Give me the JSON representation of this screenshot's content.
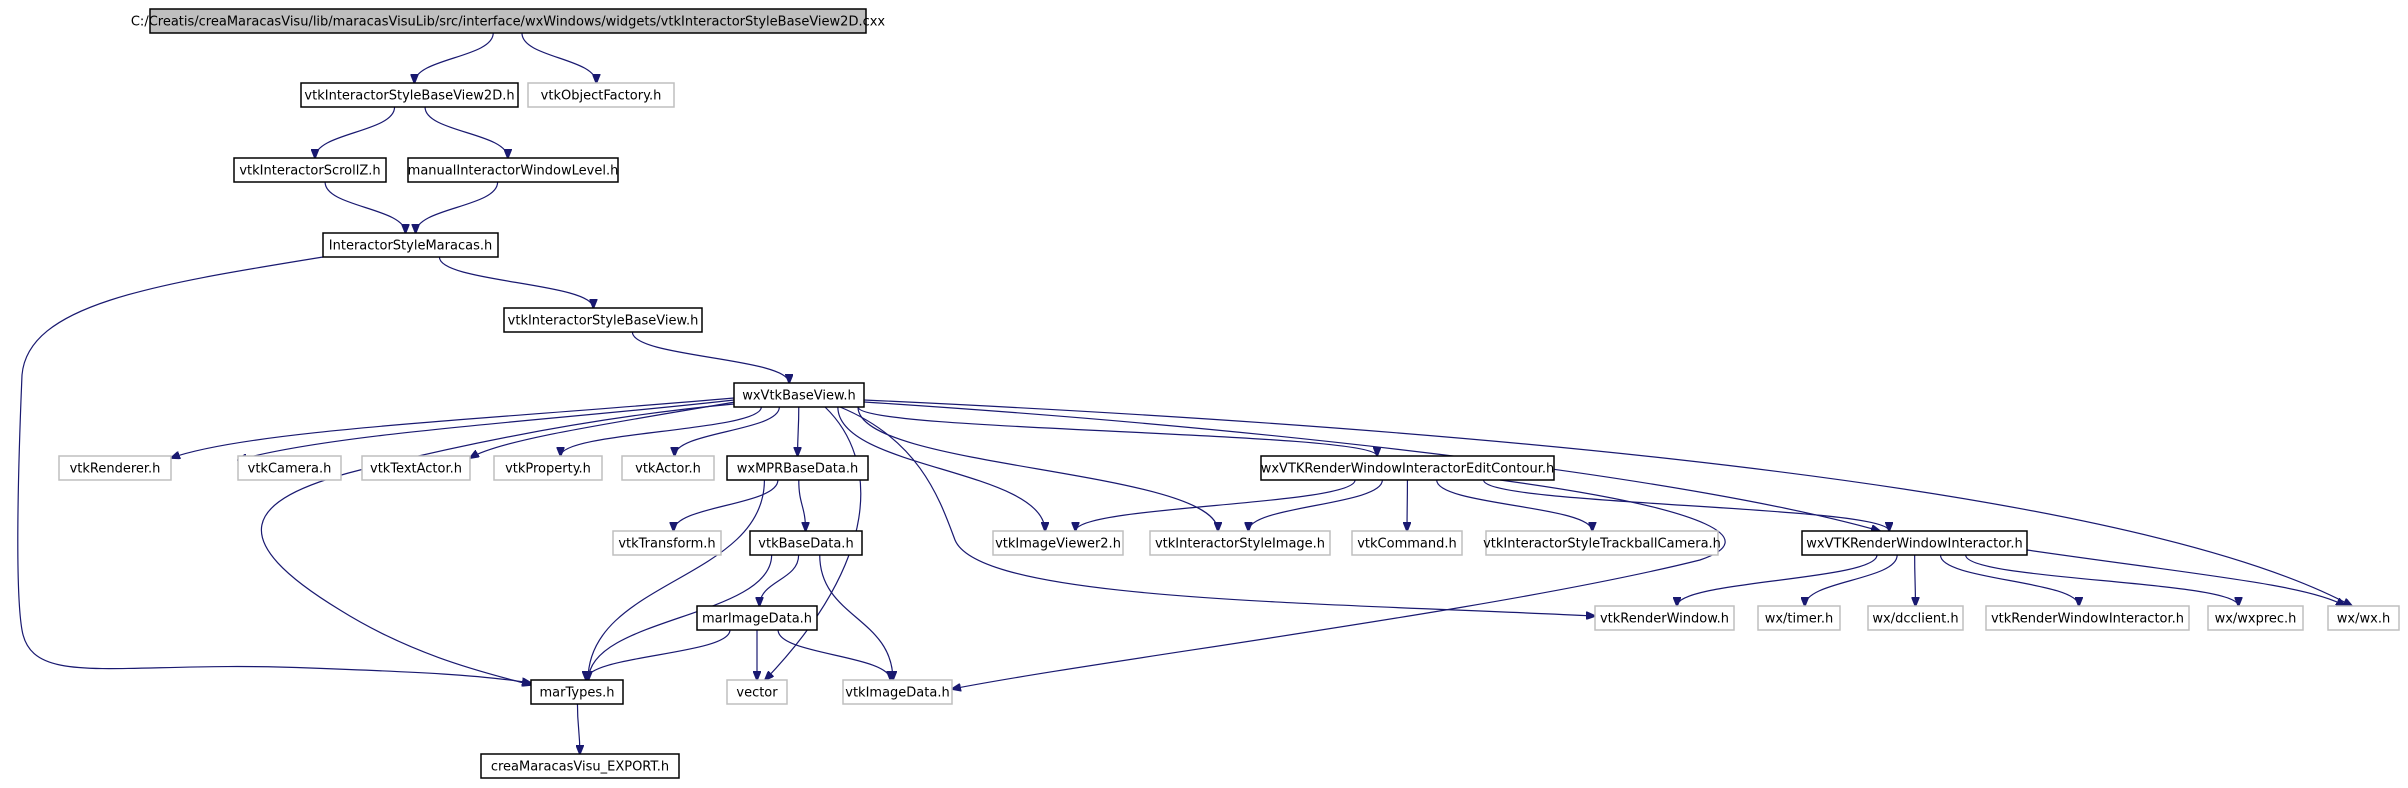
{
  "graph": {
    "title": "C:/Creatis/creaMaracasVisu/lib/maracasVisuLib/src/interface/wxWindows/widgets/vtkInteractorStyleBaseView2D.cxx",
    "colors": {
      "root_fill": "#bfbfbf",
      "node_border": "#000000",
      "external_border": "#bfbfbf",
      "edge": "#191970",
      "text": "#000000"
    },
    "nodes": [
      {
        "id": "root",
        "label": "C:/Creatis/creaMaracasVisu/lib/maracasVisuLib/src/interface/wxWindows/widgets/vtkInteractorStyleBaseView2D.cxx",
        "kind": "root"
      },
      {
        "id": "n_base2d",
        "label": "vtkInteractorStyleBaseView2D.h",
        "kind": "internal"
      },
      {
        "id": "n_objfactory",
        "label": "vtkObjectFactory.h",
        "kind": "external"
      },
      {
        "id": "n_scrollz",
        "label": "vtkInteractorScrollZ.h",
        "kind": "internal"
      },
      {
        "id": "n_manualwl",
        "label": "manualInteractorWindowLevel.h",
        "kind": "internal"
      },
      {
        "id": "n_maracas",
        "label": "InteractorStyleMaracas.h",
        "kind": "internal"
      },
      {
        "id": "n_baseview",
        "label": "vtkInteractorStyleBaseView.h",
        "kind": "internal"
      },
      {
        "id": "n_wxvtkbase",
        "label": "wxVtkBaseView.h",
        "kind": "internal"
      },
      {
        "id": "n_renderer",
        "label": "vtkRenderer.h",
        "kind": "external"
      },
      {
        "id": "n_camera",
        "label": "vtkCamera.h",
        "kind": "external"
      },
      {
        "id": "n_textactor",
        "label": "vtkTextActor.h",
        "kind": "external"
      },
      {
        "id": "n_property",
        "label": "vtkProperty.h",
        "kind": "external"
      },
      {
        "id": "n_actor",
        "label": "vtkActor.h",
        "kind": "external"
      },
      {
        "id": "n_wxmpr",
        "label": "wxMPRBaseData.h",
        "kind": "internal"
      },
      {
        "id": "n_editcontour",
        "label": "wxVTKRenderWindowInteractorEditContour.h",
        "kind": "internal"
      },
      {
        "id": "n_transform",
        "label": "vtkTransform.h",
        "kind": "external"
      },
      {
        "id": "n_vtkbasedata",
        "label": "vtkBaseData.h",
        "kind": "internal"
      },
      {
        "id": "n_imageviewer2",
        "label": "vtkImageViewer2.h",
        "kind": "external"
      },
      {
        "id": "n_styleimage",
        "label": "vtkInteractorStyleImage.h",
        "kind": "external"
      },
      {
        "id": "n_command",
        "label": "vtkCommand.h",
        "kind": "external"
      },
      {
        "id": "n_trackball",
        "label": "vtkInteractorStyleTrackballCamera.h",
        "kind": "external"
      },
      {
        "id": "n_wxrwi",
        "label": "wxVTKRenderWindowInteractor.h",
        "kind": "internal"
      },
      {
        "id": "n_marimage",
        "label": "marImageData.h",
        "kind": "internal"
      },
      {
        "id": "n_renderwindow",
        "label": "vtkRenderWindow.h",
        "kind": "external"
      },
      {
        "id": "n_timer",
        "label": "wx/timer.h",
        "kind": "external"
      },
      {
        "id": "n_dcclient",
        "label": "wx/dcclient.h",
        "kind": "external"
      },
      {
        "id": "n_rwi",
        "label": "vtkRenderWindowInteractor.h",
        "kind": "external"
      },
      {
        "id": "n_wxprec",
        "label": "wx/wxprec.h",
        "kind": "external"
      },
      {
        "id": "n_wxh",
        "label": "wx/wx.h",
        "kind": "external"
      },
      {
        "id": "n_martypes",
        "label": "marTypes.h",
        "kind": "internal"
      },
      {
        "id": "n_vector",
        "label": "vector",
        "kind": "external"
      },
      {
        "id": "n_imagedata",
        "label": "vtkImageData.h",
        "kind": "external"
      },
      {
        "id": "n_export",
        "label": "creaMaracasVisu_EXPORT.h",
        "kind": "internal"
      }
    ],
    "edges": [
      [
        "root",
        "n_base2d"
      ],
      [
        "root",
        "n_objfactory"
      ],
      [
        "n_base2d",
        "n_scrollz"
      ],
      [
        "n_base2d",
        "n_manualwl"
      ],
      [
        "n_scrollz",
        "n_maracas"
      ],
      [
        "n_manualwl",
        "n_maracas"
      ],
      [
        "n_maracas",
        "n_baseview"
      ],
      [
        "n_maracas",
        "n_martypes"
      ],
      [
        "n_baseview",
        "n_wxvtkbase"
      ],
      [
        "n_wxvtkbase",
        "n_renderer"
      ],
      [
        "n_wxvtkbase",
        "n_camera"
      ],
      [
        "n_wxvtkbase",
        "n_textactor"
      ],
      [
        "n_wxvtkbase",
        "n_property"
      ],
      [
        "n_wxvtkbase",
        "n_actor"
      ],
      [
        "n_wxvtkbase",
        "n_wxmpr"
      ],
      [
        "n_wxvtkbase",
        "n_editcontour"
      ],
      [
        "n_wxvtkbase",
        "n_imageviewer2"
      ],
      [
        "n_wxvtkbase",
        "n_styleimage"
      ],
      [
        "n_wxvtkbase",
        "n_wxrwi"
      ],
      [
        "n_wxvtkbase",
        "n_wxh"
      ],
      [
        "n_wxvtkbase",
        "n_martypes"
      ],
      [
        "n_wxvtkbase",
        "n_vector"
      ],
      [
        "n_wxvtkbase",
        "n_renderwindow"
      ],
      [
        "n_wxmpr",
        "n_transform"
      ],
      [
        "n_wxmpr",
        "n_vtkbasedata"
      ],
      [
        "n_wxmpr",
        "n_martypes"
      ],
      [
        "n_vtkbasedata",
        "n_marimage"
      ],
      [
        "n_vtkbasedata",
        "n_martypes"
      ],
      [
        "n_vtkbasedata",
        "n_imagedata"
      ],
      [
        "n_marimage",
        "n_martypes"
      ],
      [
        "n_marimage",
        "n_vector"
      ],
      [
        "n_marimage",
        "n_imagedata"
      ],
      [
        "n_martypes",
        "n_export"
      ],
      [
        "n_editcontour",
        "n_imageviewer2"
      ],
      [
        "n_editcontour",
        "n_styleimage"
      ],
      [
        "n_editcontour",
        "n_command"
      ],
      [
        "n_editcontour",
        "n_trackball"
      ],
      [
        "n_editcontour",
        "n_wxrwi"
      ],
      [
        "n_editcontour",
        "n_imagedata"
      ],
      [
        "n_wxrwi",
        "n_renderwindow"
      ],
      [
        "n_wxrwi",
        "n_timer"
      ],
      [
        "n_wxrwi",
        "n_dcclient"
      ],
      [
        "n_wxrwi",
        "n_rwi"
      ],
      [
        "n_wxrwi",
        "n_wxprec"
      ],
      [
        "n_wxrwi",
        "n_wxh"
      ]
    ]
  }
}
